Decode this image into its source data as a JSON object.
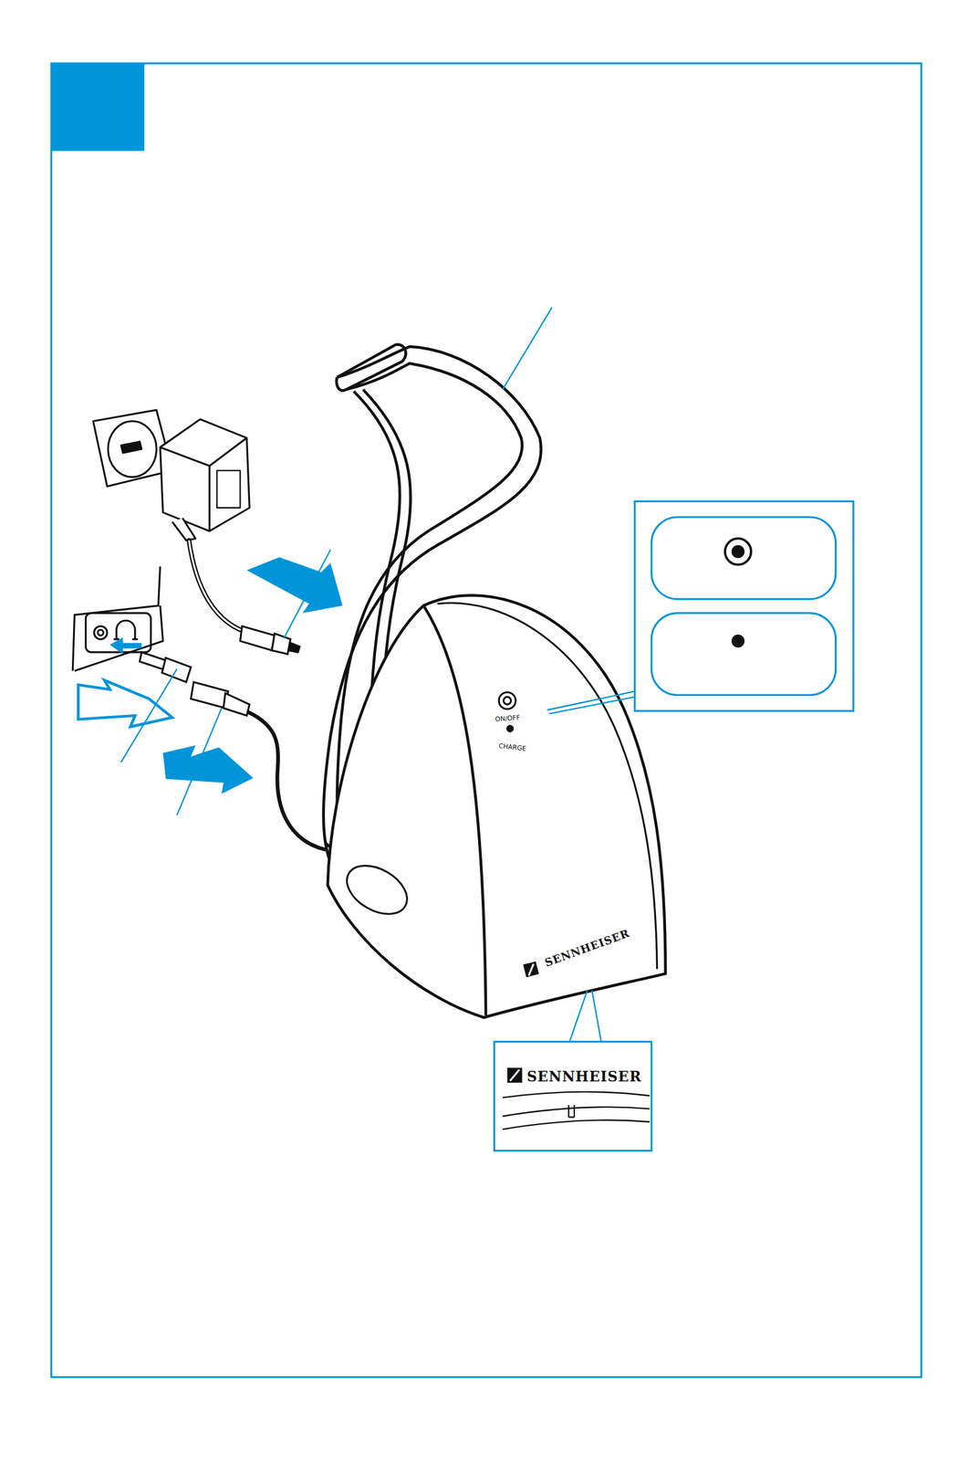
{
  "diagram": {
    "labels": [
      "ON/OFF",
      "CHARGE",
      "SENNHEISER",
      "SENNHEISER"
    ]
  }
}
